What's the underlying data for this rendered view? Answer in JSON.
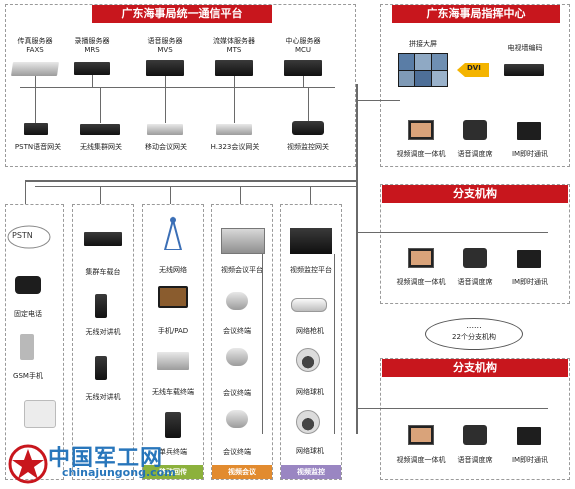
{
  "left_panel": {
    "title": "广东海事局统一通信平台",
    "servers": [
      {
        "name": "传真服务器",
        "code": "FAXS"
      },
      {
        "name": "录播服务器",
        "code": "MRS"
      },
      {
        "name": "语音服务器",
        "code": "MVS"
      },
      {
        "name": "流媒体服务器",
        "code": "MTS"
      },
      {
        "name": "中心服务器",
        "code": "MCU"
      }
    ],
    "gateways": [
      "PSTN语音网关",
      "无线集群网关",
      "移动会议网关",
      "H.323会议网关",
      "视频监控网关"
    ]
  },
  "command_center": {
    "title": "广东海事局指挥中心",
    "big_screen": "拼接大屏",
    "tv_wall": "电视墙编码",
    "dvi": "DVI",
    "terminals": [
      "视频调度一体机",
      "语音调度席",
      "IM即时通讯"
    ]
  },
  "branch1": {
    "title": "分支机构",
    "terminals": [
      "视频调度一体机",
      "语音调度席",
      "IM即时通讯"
    ]
  },
  "branch_count": {
    "dots": "......",
    "text": "22个分支机构"
  },
  "branch2": {
    "title": "分支机构",
    "terminals": [
      "视频调度一体机",
      "语音调度席",
      "IM即时通讯"
    ]
  },
  "groups": {
    "pstn": {
      "cloud": "PSTN",
      "items": [
        "固定电话",
        "GSM手机"
      ]
    },
    "cluster": {
      "items": [
        "集群车载台",
        "无线对讲机",
        "无线对讲机"
      ]
    },
    "wireless": {
      "items": [
        "无线网络",
        "手机/PAD",
        "无线车载终端",
        "单兵终端"
      ],
      "tab": "移动回传"
    },
    "video_conf": {
      "items": [
        "视频会议平台",
        "会议终端",
        "会议终端",
        "会议终端"
      ],
      "tab": "视频会议"
    },
    "video_mon": {
      "items": [
        "视频监控平台",
        "网络枪机",
        "网络球机",
        "网络球机"
      ],
      "tab": "视频监控"
    }
  },
  "watermark": {
    "cn": "中国军工网",
    "url": "chinajungong.com"
  },
  "colors": {
    "accent": "#c8161d",
    "tab_green": "#8cb13c",
    "tab_orange": "#e28b2f",
    "tab_purple": "#9a86c2"
  }
}
